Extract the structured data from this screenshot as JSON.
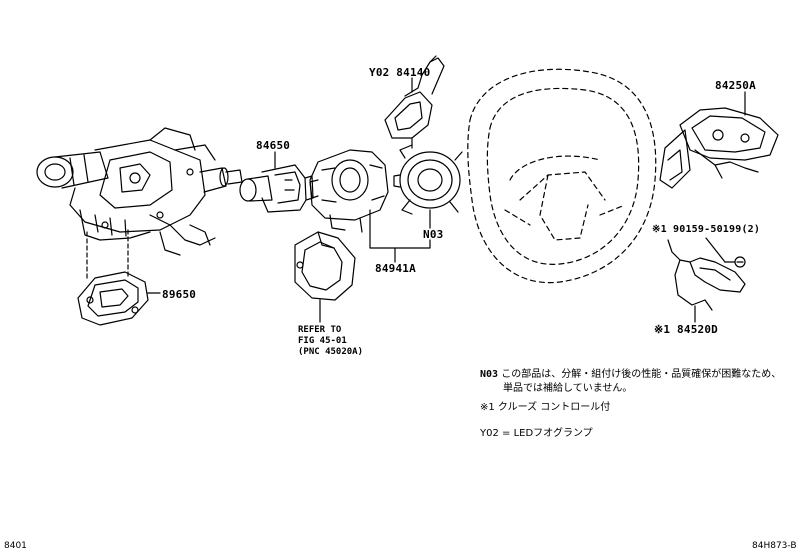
{
  "parts": {
    "y02_code": "Y02",
    "p84140": "84140",
    "p84250a": "84250A",
    "p84650": "84650",
    "n03": "N03",
    "p84941a": "84941A",
    "p90159": "※1 90159-50199(2)",
    "p89650": "89650",
    "p84520d": "※1 84520D"
  },
  "reference": {
    "line1": "REFER TO",
    "line2": "FIG 45-01",
    "line3": "(PNC 45020A)"
  },
  "notes": {
    "n03_code": "N03",
    "n03_line1": "この部品は、分解・組付け後の性能・品質確保が困難なため、",
    "n03_line2": "単品では補給していません。",
    "mark1": "※1 クルーズ コントロール付",
    "y02": "Y02 = LEDフオグランプ"
  },
  "footer": {
    "left": "8401",
    "right": "84H873-B"
  }
}
